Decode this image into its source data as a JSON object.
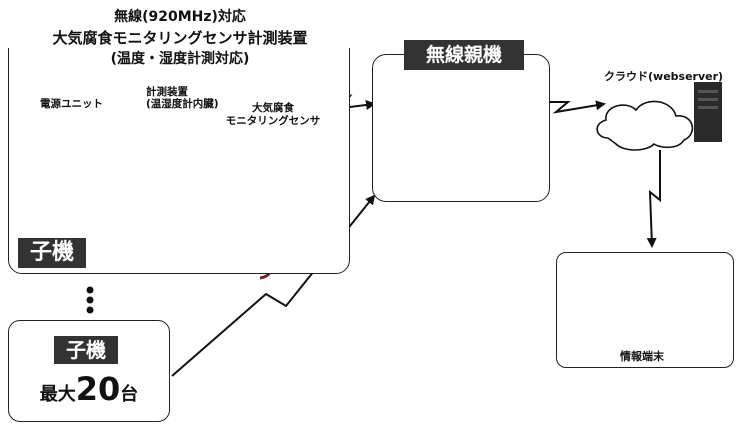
{
  "child_group": {
    "title_lines": [
      "無線(920MHz)対応",
      "大気腐食モニタリングセンサ計測装置",
      "(温度・湿度計測対応)"
    ],
    "power_unit_label": "電源ユニット",
    "measuring_device_label_1": "計測装置",
    "measuring_device_label_2": "(温湿度計内臓)",
    "sensor_label_1": "大気腐食",
    "sensor_label_2": "モニタリングセンサ",
    "badge": "子機"
  },
  "parent_unit": {
    "badge": "無線親機"
  },
  "cloud": {
    "label": "クラウド(webserver)"
  },
  "terminal": {
    "label": "情報端末"
  },
  "max_box": {
    "badge": "子機",
    "prefix": "最大",
    "count": "20",
    "suffix": "台"
  },
  "colors": {
    "badge_bg": "#333333",
    "border": "#222222",
    "accent": "#8a2b2b"
  }
}
